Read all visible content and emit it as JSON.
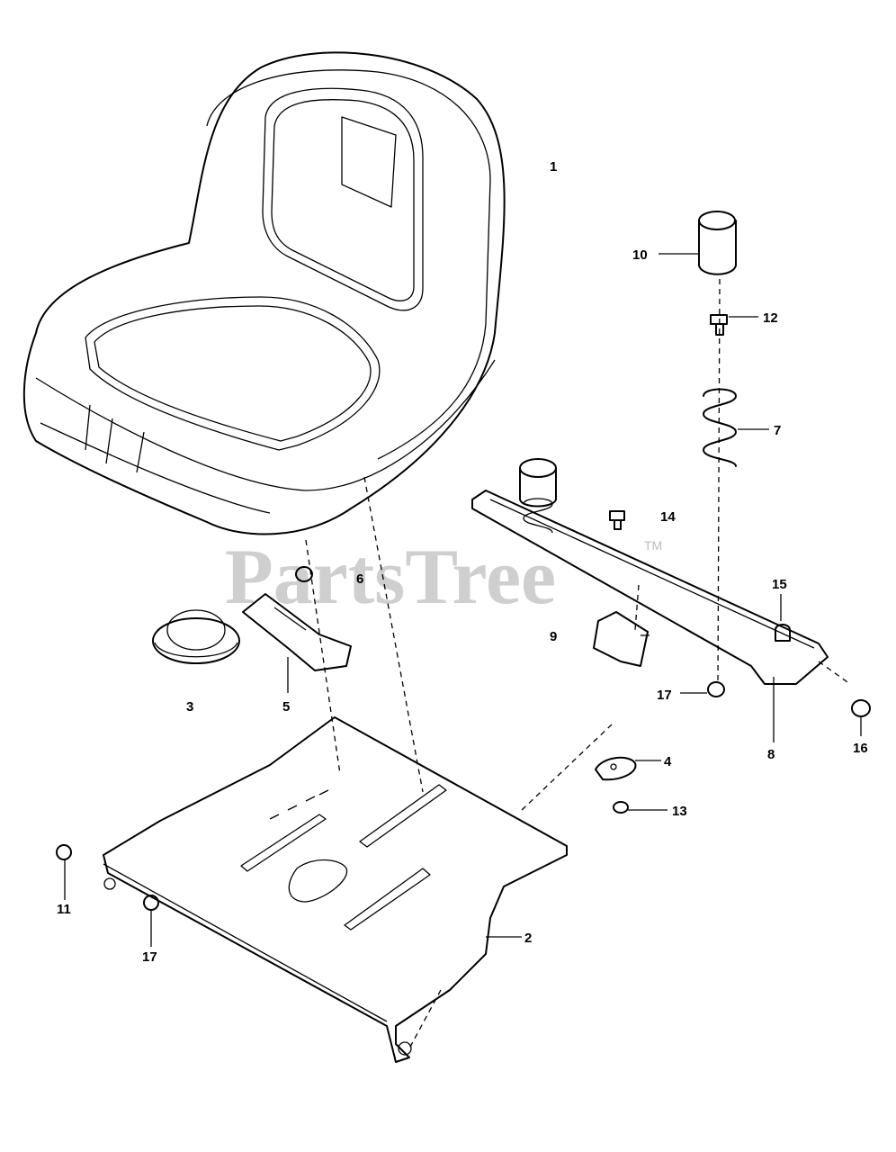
{
  "watermark": {
    "brand": "PartsTree",
    "trademark": "TM"
  },
  "callouts": {
    "c1": "1",
    "c2": "2",
    "c3": "3",
    "c4": "4",
    "c5": "5",
    "c6": "6",
    "c7": "7",
    "c8": "8",
    "c9": "9",
    "c10": "10",
    "c11": "11",
    "c12": "12",
    "c13": "13",
    "c14": "14",
    "c15": "15",
    "c16": "16",
    "c17a": "17",
    "c17b": "17"
  }
}
